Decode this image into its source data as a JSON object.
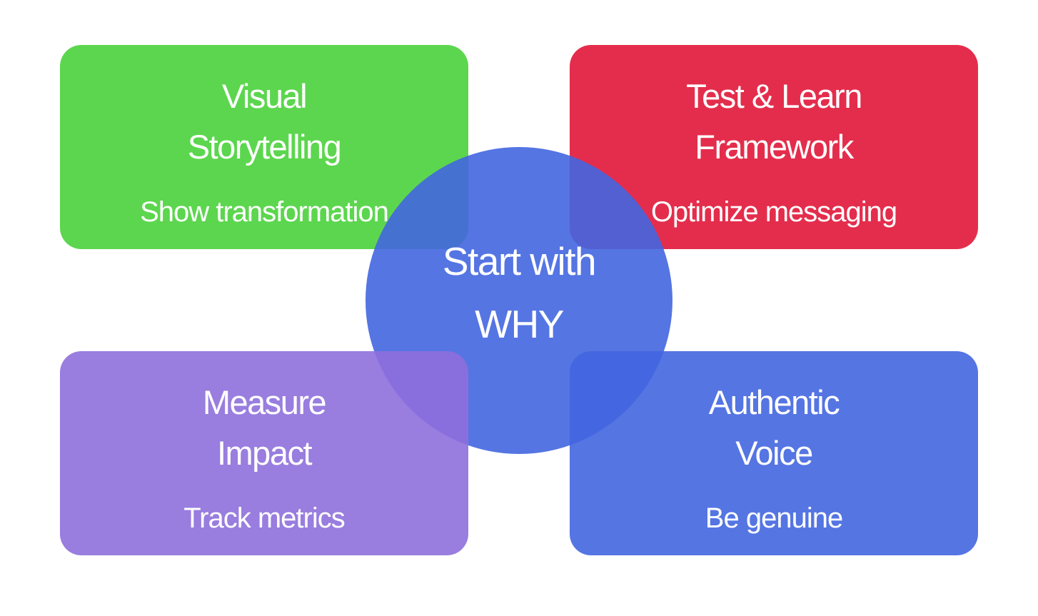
{
  "colors": {
    "green": "#4ad13b",
    "red": "#e11639",
    "purple": "#8e6fdc",
    "blue": "#4266e0",
    "text": "#ffffff"
  },
  "center": {
    "line1": "Start with",
    "line2": "WHY"
  },
  "boxes": {
    "top_left": {
      "line1": "Visual",
      "line2": "Storytelling",
      "subtitle": "Show transformation"
    },
    "top_right": {
      "line1": "Test & Learn",
      "line2": "Framework",
      "subtitle": "Optimize messaging"
    },
    "bottom_left": {
      "line1": "Measure",
      "line2": "Impact",
      "subtitle": "Track metrics"
    },
    "bottom_right": {
      "line1": "Authentic",
      "line2": "Voice",
      "subtitle": "Be genuine"
    }
  }
}
